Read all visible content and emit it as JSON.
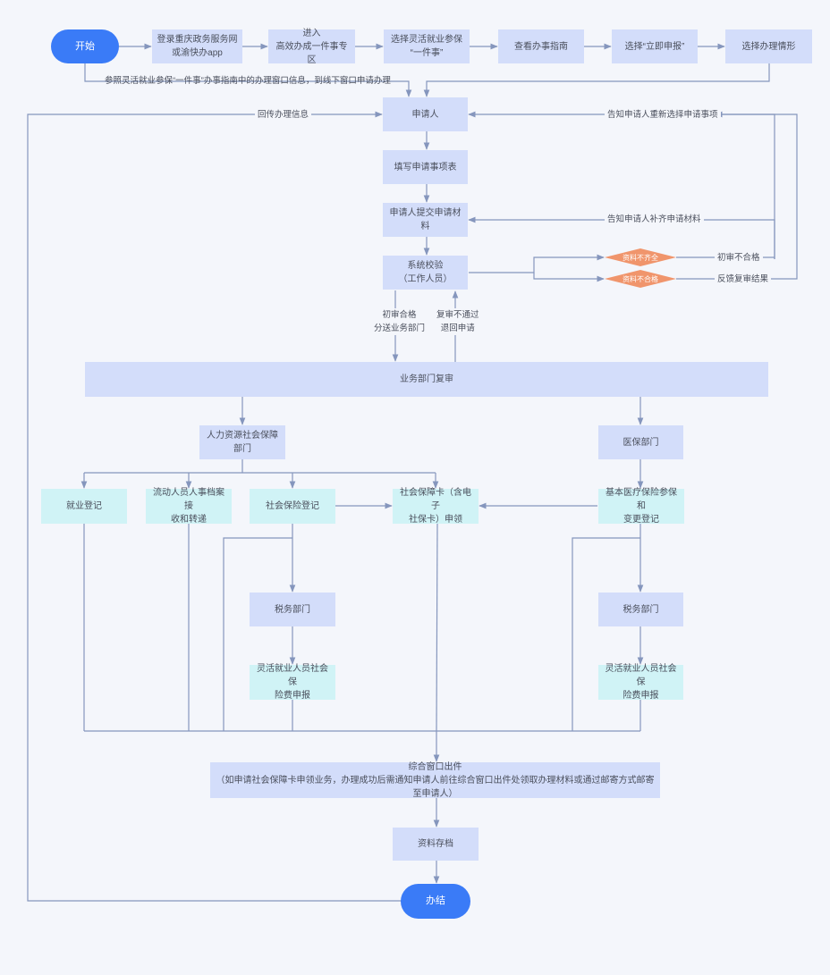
{
  "colors": {
    "background": "#f4f6fb",
    "step": "#d3ddfa",
    "sub_step": "#d0f3f6",
    "terminal": "#3a7bf7",
    "decision": "#f0956c",
    "connector": "#8596bd"
  },
  "nodes": {
    "start": "开始",
    "login": "登录重庆政务服务网\n或渝快办app",
    "enter_zone": "进入\n高效办成一件事专区",
    "choose_item": "选择灵活就业参保\n“一件事”",
    "view_guide": "查看办事指南",
    "choose_apply": "选择“立即申报”",
    "choose_scenario": "选择办理情形",
    "applicant": "申请人",
    "fill_form": "填写申请事项表",
    "submit_materials": "申请人提交申请材料",
    "system_check": "系统校验\n（工作人员）",
    "dept_review": "业务部门复审",
    "hr_dept": "人力资源社会保障\n部门",
    "medical_dept": "医保部门",
    "employment_reg": "就业登记",
    "archive_transfer": "流动人员人事档案接\n收和转递",
    "social_ins_reg": "社会保险登记",
    "social_card": "社会保障卡（含电子\n社保卡）申领",
    "medical_reg": "基本医疗保险参保和\n变更登记",
    "tax_left": "税务部门",
    "tax_right": "税务部门",
    "fee_left": "灵活就业人员社会保\n险费申报",
    "fee_right": "灵活就业人员社会保\n险费申报",
    "window_output": "综合窗口出件\n（如申请社会保障卡申领业务，办理成功后需通知申请人前往综合窗口出件处领取办理材料或通过邮寄方式邮寄至申请人）",
    "archive": "资料存档",
    "end": "办结"
  },
  "decisions": {
    "incomplete": "资料不齐全",
    "unqualified": "资料不合格"
  },
  "labels": {
    "offline": "参照灵活就业参保“一件事”办事指南中的办理窗口信息，到线下窗口申请办理",
    "return_info": "回传办理信息",
    "reselect": "告知申请人重新选择申请事项",
    "supplement": "告知申请人补齐申请材料",
    "initial_fail": "初审不合格",
    "feedback": "反馈复审结果",
    "initial_pass": "初审合格\n分送业务部门",
    "review_fail": "复审不通过\n退回申请"
  }
}
